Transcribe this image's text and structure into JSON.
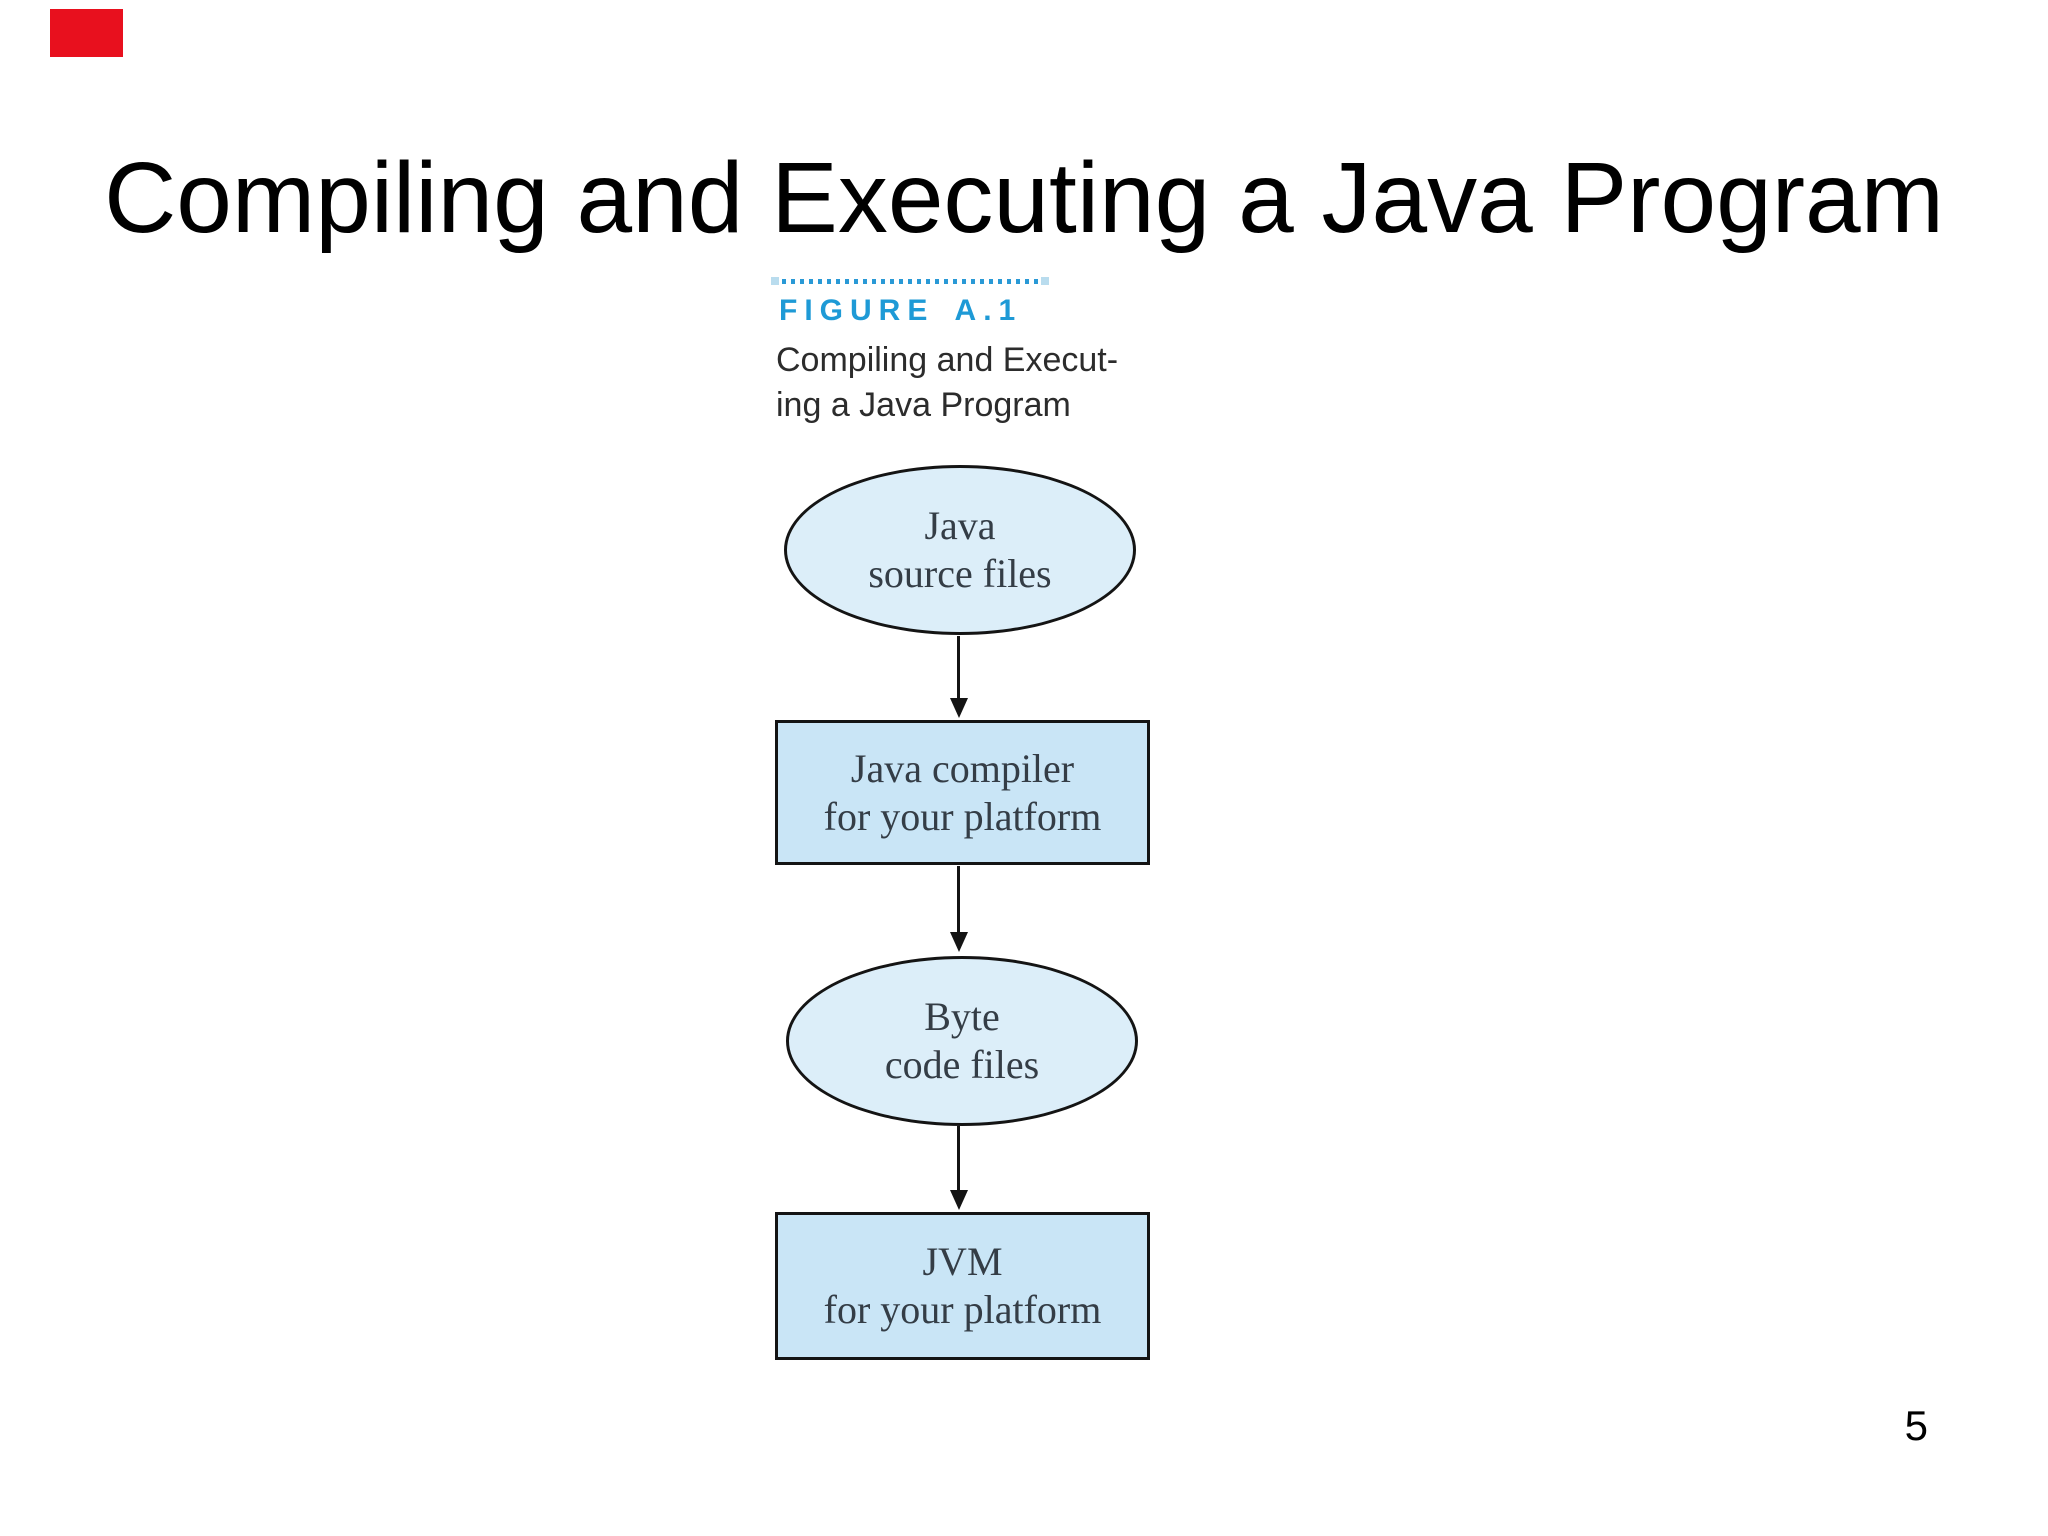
{
  "slide": {
    "title": "Compiling and Executing a Java Program",
    "page_number": "5"
  },
  "figure": {
    "label": "FIGURE A.1",
    "caption_line1": "Compiling and Execut-",
    "caption_line2": "ing a Java Program"
  },
  "flowchart": {
    "nodes": [
      {
        "id": "java-source-files",
        "shape": "ellipse",
        "line1": "Java",
        "line2": "source files"
      },
      {
        "id": "java-compiler",
        "shape": "rectangle",
        "line1": "Java compiler",
        "line2": "for your platform"
      },
      {
        "id": "byte-code-files",
        "shape": "ellipse",
        "line1": "Byte",
        "line2": "code files"
      },
      {
        "id": "jvm",
        "shape": "rectangle",
        "line1": "JVM",
        "line2": "for your platform"
      }
    ],
    "edges": [
      {
        "from": "java-source-files",
        "to": "java-compiler"
      },
      {
        "from": "java-compiler",
        "to": "byte-code-files"
      },
      {
        "from": "byte-code-files",
        "to": "jvm"
      }
    ]
  },
  "colors": {
    "accent_red": "#e8101e",
    "figure_label_blue": "#1e9ad6",
    "dotted_rule_blue": "#2999d6",
    "dotted_rule_end": "#b9dcee",
    "ellipse_fill": "#dceef9",
    "rect_fill": "#c9e5f6",
    "shape_border": "#141414",
    "shape_text": "#343d46",
    "caption_text": "#2c2c2c",
    "title_text": "#000000"
  }
}
